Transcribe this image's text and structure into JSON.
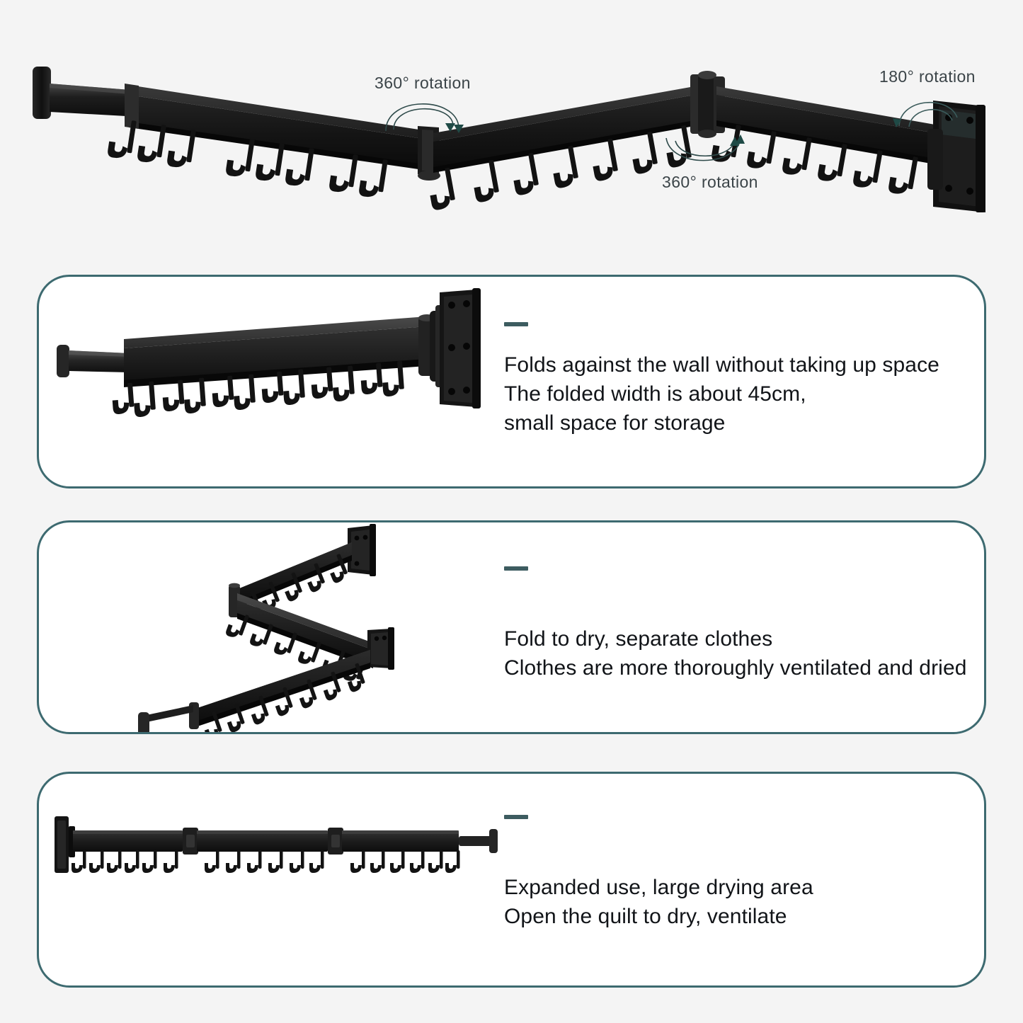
{
  "background_color": "#f4f4f4",
  "accent_color": "#3d6a70",
  "text_color": "#111418",
  "label_color": "#3b4448",
  "product_color": "#141414",
  "hero": {
    "name": "wall-mounted-folding-clothes-drying-rack",
    "annotations": [
      {
        "id": "rotation-360-left",
        "text": "360° rotation"
      },
      {
        "id": "rotation-180-right",
        "text": "180° rotation"
      },
      {
        "id": "rotation-360-center",
        "text": "360° rotation"
      }
    ]
  },
  "cards": [
    {
      "id": "card-folded",
      "image_name": "rack-folded-against-wall-illustration",
      "lines": [
        "Folds against the wall without taking up space",
        "The folded width is about 45cm,",
        "small space for storage"
      ]
    },
    {
      "id": "card-zigzag",
      "image_name": "rack-zigzag-folded-illustration",
      "lines": [
        "Fold to dry, separate clothes",
        "Clothes are more thoroughly ventilated and dried"
      ]
    },
    {
      "id": "card-extended",
      "image_name": "rack-fully-extended-illustration",
      "lines": [
        "Expanded use, large drying area",
        "Open the quilt to dry, ventilate"
      ]
    }
  ]
}
